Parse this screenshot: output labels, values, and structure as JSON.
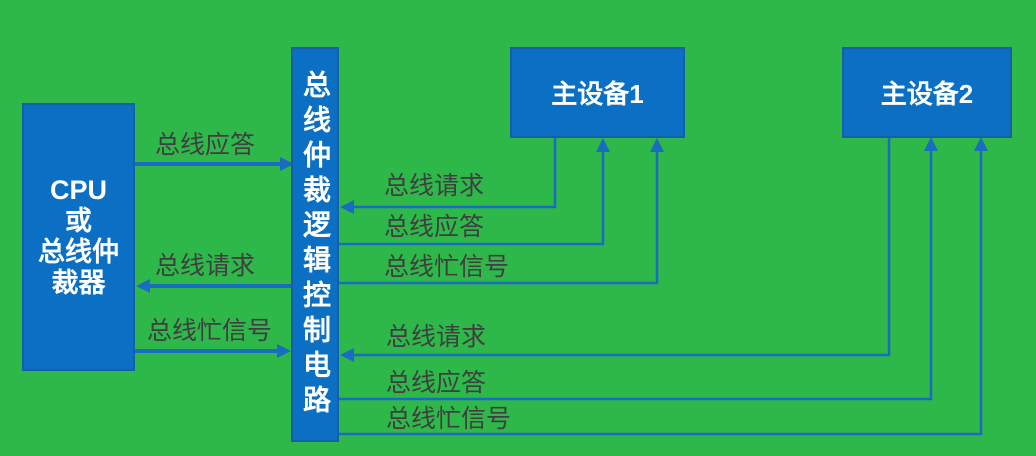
{
  "theme": {
    "background": "#2eb84a",
    "box_fill": "#0b70c4",
    "box_border": "#1560a6",
    "line_color": "#1a6cc2",
    "label_color": "#3f3f3f",
    "box_text_color": "#ffffff"
  },
  "nodes": {
    "cpu": {
      "label": "CPU\n或\n总线仲\n裁器"
    },
    "arbiter": {
      "label": "总线仲裁逻辑控制电路"
    },
    "device1": {
      "label": "主设备1"
    },
    "device2": {
      "label": "主设备2"
    }
  },
  "connections": {
    "cpu": [
      {
        "label": "总线应答",
        "from": "cpu",
        "to": "arbiter"
      },
      {
        "label": "总线请求",
        "from": "arbiter",
        "to": "cpu"
      },
      {
        "label": "总线忙信号",
        "from": "cpu",
        "to": "arbiter"
      }
    ],
    "device1": [
      {
        "label": "总线请求",
        "from": "device1",
        "to": "arbiter"
      },
      {
        "label": "总线应答",
        "from": "arbiter",
        "to": "device1"
      },
      {
        "label": "总线忙信号",
        "from": "arbiter",
        "to": "device1"
      }
    ],
    "device2": [
      {
        "label": "总线请求",
        "from": "device2",
        "to": "arbiter"
      },
      {
        "label": "总线应答",
        "from": "arbiter",
        "to": "device2"
      },
      {
        "label": "总线忙信号",
        "from": "arbiter",
        "to": "device2"
      }
    ]
  }
}
